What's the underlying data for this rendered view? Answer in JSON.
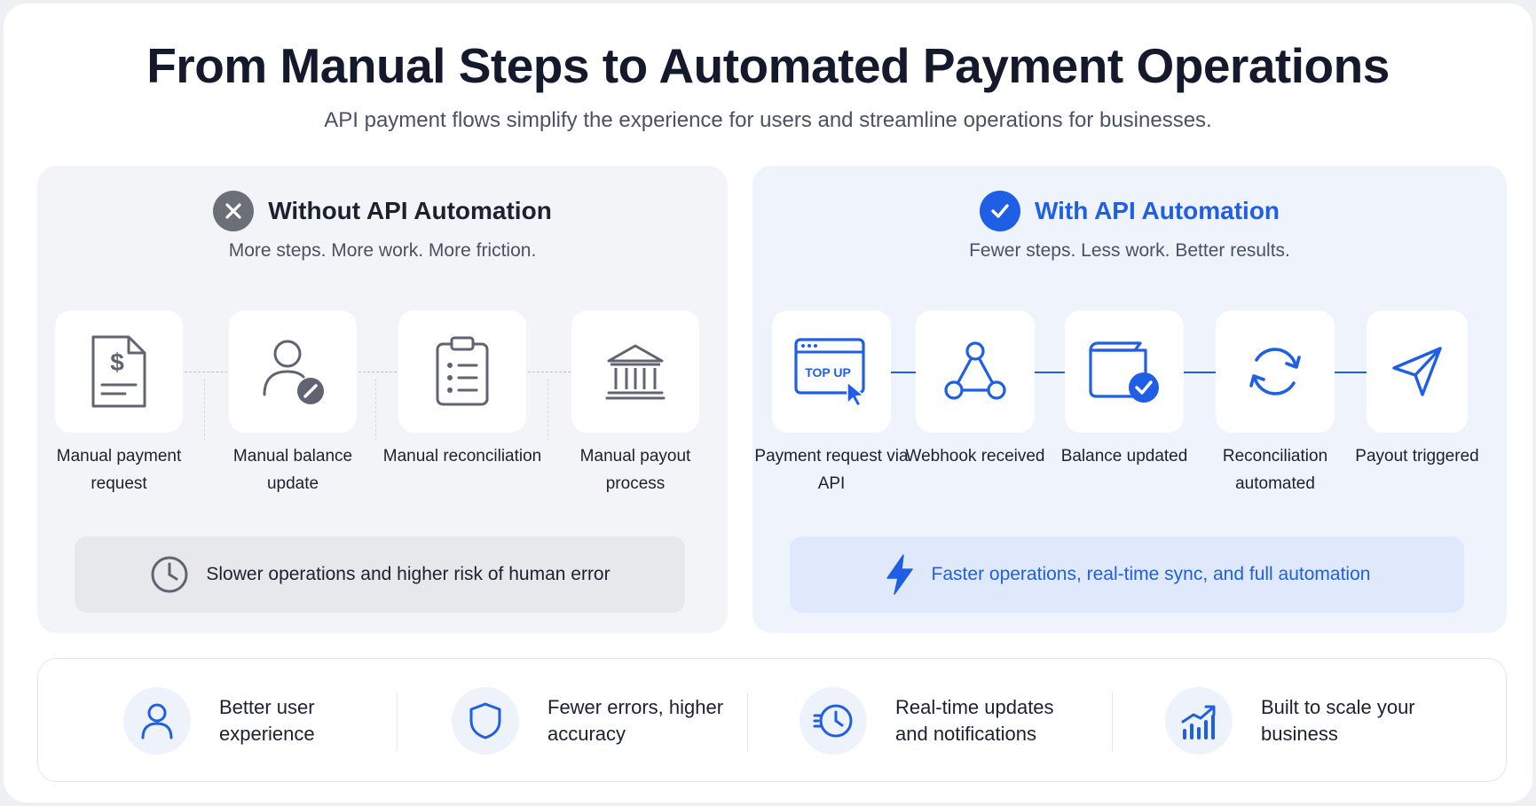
{
  "title": "From Manual Steps to Automated Payment Operations",
  "subtitle": "API payment flows simplify the experience for users and streamline operations for businesses.",
  "without": {
    "title": "Without API Automation",
    "subtitle": "More steps. More work. More friction.",
    "steps": [
      {
        "label": "Manual payment request",
        "icon": "invoice-dollar-icon"
      },
      {
        "label": "Manual balance update",
        "icon": "user-edit-icon"
      },
      {
        "label": "Manual reconciliation",
        "icon": "clipboard-list-icon"
      },
      {
        "label": "Manual payout process",
        "icon": "bank-icon"
      }
    ],
    "footer": "Slower operations and higher risk of human error",
    "footer_icon": "clock-icon"
  },
  "with": {
    "title": "With API Automation",
    "subtitle": "Fewer steps. Less work. Better results.",
    "steps": [
      {
        "label": "Payment request via API",
        "icon": "browser-topup-icon"
      },
      {
        "label": "Webhook received",
        "icon": "webhook-icon"
      },
      {
        "label": "Balance updated",
        "icon": "wallet-check-icon"
      },
      {
        "label": "Reconciliation automated",
        "icon": "sync-icon"
      },
      {
        "label": "Payout triggered",
        "icon": "send-icon"
      }
    ],
    "topup_text": "TOP UP",
    "footer": "Faster operations, real-time sync, and full automation",
    "footer_icon": "lightning-icon"
  },
  "benefits": [
    {
      "text": "Better user experience",
      "icon": "user-icon"
    },
    {
      "text": "Fewer errors, higher accuracy",
      "icon": "shield-icon"
    },
    {
      "text": "Real-time updates and notifications",
      "icon": "history-clock-icon"
    },
    {
      "text": "Built to scale your business",
      "icon": "growth-chart-icon"
    }
  ],
  "colors": {
    "accent": "#1f5fe6",
    "muted": "#6b6f78",
    "text": "#1c2130"
  }
}
